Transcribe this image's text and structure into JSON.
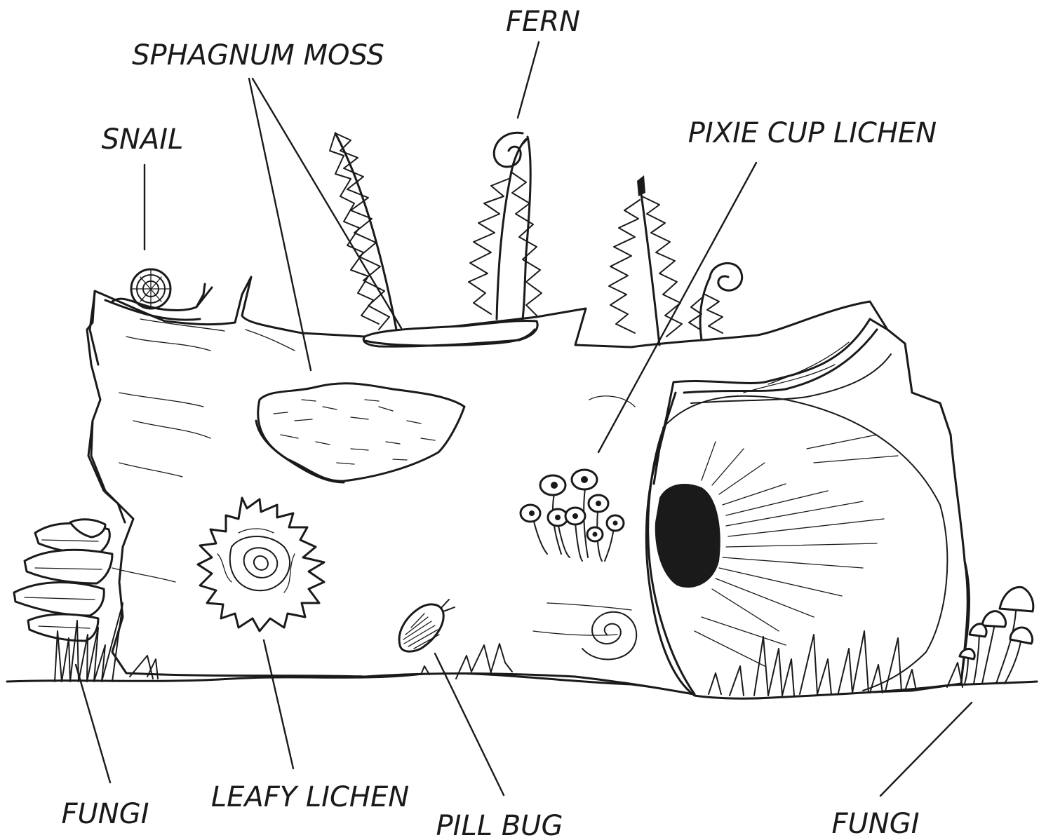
{
  "labels": {
    "fern": "FERN",
    "sphagnum_moss": "SPHAGNUM MOSS",
    "snail": "SNAIL",
    "pixie_cup_lichen": "PIXIE CUP LICHEN",
    "fungi_left": "FUNGI",
    "leafy_lichen": "LEAFY LICHEN",
    "pill_bug": "PILL BUG",
    "fungi_right": "FUNGI"
  },
  "colors": {
    "ink": "#1a1a1a",
    "paper": "#ffffff"
  }
}
